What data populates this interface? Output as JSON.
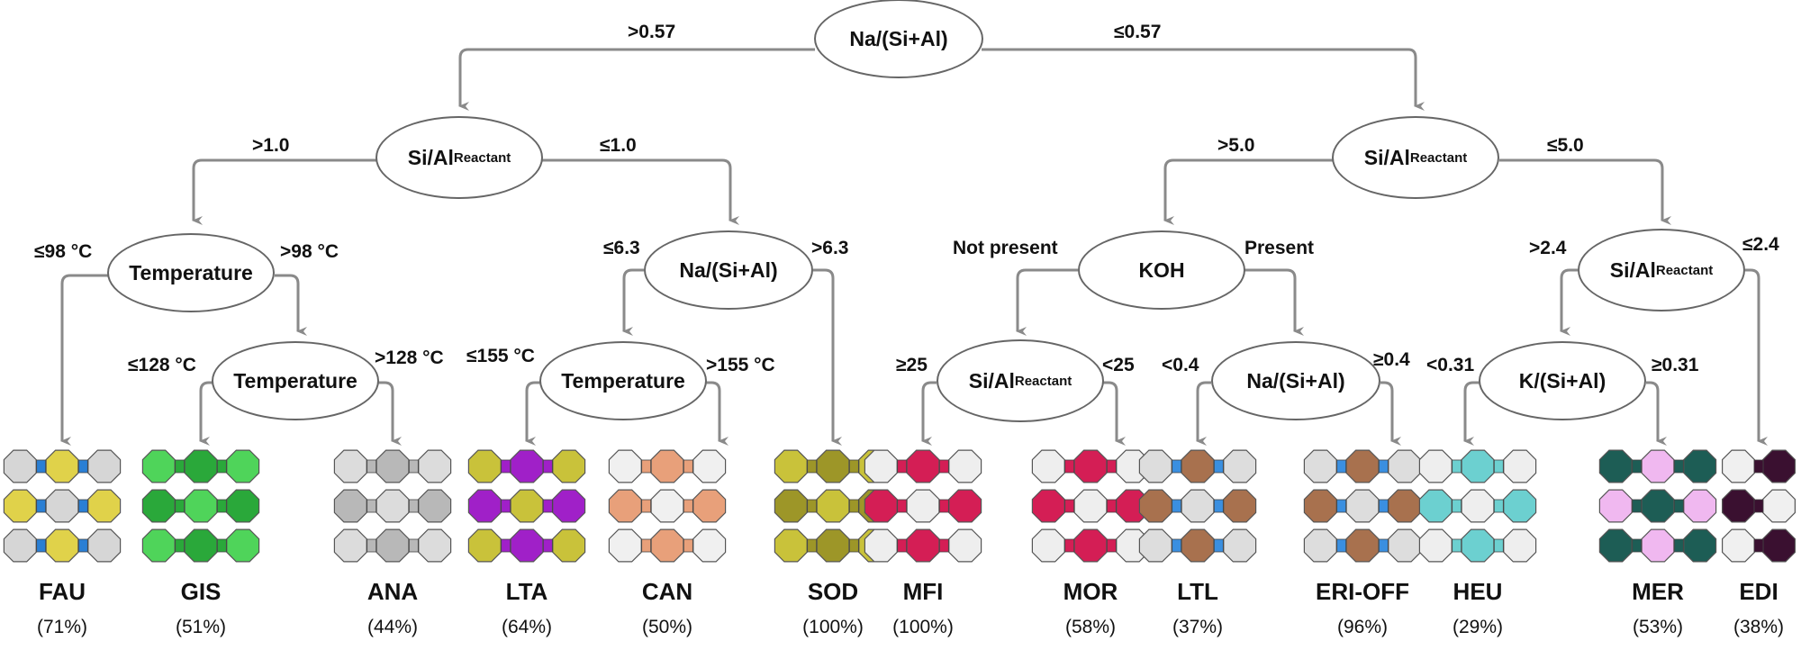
{
  "nodes": {
    "root": {
      "text": "Na/(Si+Al)"
    },
    "left": {
      "text": "Si/Al",
      "sub": "Reactant"
    },
    "right": {
      "text": "Si/Al",
      "sub": "Reactant"
    },
    "temp1": {
      "text": "Temperature"
    },
    "temp2": {
      "text": "Temperature"
    },
    "na2": {
      "text": "Na/(Si+Al)"
    },
    "temp3": {
      "text": "Temperature"
    },
    "koh": {
      "text": "KOH"
    },
    "si3": {
      "text": "Si/Al",
      "sub": "Reactant"
    },
    "si4": {
      "text": "Si/Al",
      "sub": "Reactant"
    },
    "na3": {
      "text": "Na/(Si+Al)"
    },
    "k1": {
      "text": "K/(Si+Al)"
    }
  },
  "edges": {
    "root_left": ">0.57",
    "root_right": "≤0.57",
    "left_l": ">1.0",
    "left_r": "≤1.0",
    "right_l": ">5.0",
    "right_r": "≤5.0",
    "temp1_l": "≤98 °C",
    "temp1_r": ">98 °C",
    "temp2_l": "≤128 °C",
    "temp2_r": ">128 °C",
    "na2_l": "≤6.3",
    "na2_r": ">6.3",
    "temp3_l": "≤155 °C",
    "temp3_r": ">155 °C",
    "koh_l": "Not present",
    "koh_r": "Present",
    "si3_l": "≥25",
    "si3_r": "<25",
    "na3_l": "<0.4",
    "na3_r": "≥0.4",
    "si4_l": ">2.4",
    "si4_r": "≤2.4",
    "k1_l": "<0.31",
    "k1_r": "≥0.31"
  },
  "leaves": [
    {
      "name": "FAU",
      "pct": "(71%)",
      "color": "#d6d6d6",
      "accent": "#e0d24a",
      "accent2": "#2a7fd4"
    },
    {
      "name": "GIS",
      "pct": "(51%)",
      "color": "#4fd45a",
      "accent": "#2aa83a",
      "accent2": "#2aa83a"
    },
    {
      "name": "ANA",
      "pct": "(44%)",
      "color": "#dcdcdc",
      "accent": "#b8b8b8",
      "accent2": "#b8b8b8"
    },
    {
      "name": "LTA",
      "pct": "(64%)",
      "color": "#c9c23a",
      "accent": "#a020c8",
      "accent2": "#a020c8"
    },
    {
      "name": "CAN",
      "pct": "(50%)",
      "color": "#f0f0f0",
      "accent": "#e8a07a",
      "accent2": "#e8a07a"
    },
    {
      "name": "SOD",
      "pct": "(100%)",
      "color": "#c9c23a",
      "accent": "#9d9628",
      "accent2": "#9d9628"
    },
    {
      "name": "MFI",
      "pct": "(100%)",
      "color": "#eeeeee",
      "accent": "#d41e55",
      "accent2": "#d41e55"
    },
    {
      "name": "MOR",
      "pct": "(58%)",
      "color": "#eeeeee",
      "accent": "#d41e55",
      "accent2": "#d41e55"
    },
    {
      "name": "LTL",
      "pct": "(37%)",
      "color": "#dddddd",
      "accent": "#a8714e",
      "accent2": "#3a8fe0"
    },
    {
      "name": "ERI-OFF",
      "pct": "(96%)",
      "color": "#dddddd",
      "accent": "#a8714e",
      "accent2": "#3a8fe0"
    },
    {
      "name": "HEU",
      "pct": "(29%)",
      "color": "#eeeeee",
      "accent": "#6cd0d0",
      "accent2": "#6cd0d0"
    },
    {
      "name": "MER",
      "pct": "(53%)",
      "color": "#1d5d55",
      "accent": "#f0b8f0",
      "accent2": "#1d5d55"
    },
    {
      "name": "EDI",
      "pct": "(38%)",
      "color": "#f0f0f0",
      "accent": "#3a1030",
      "accent2": "#3a1030"
    }
  ],
  "colors": {
    "line": "#8a8a8a",
    "node_border": "#666666"
  }
}
